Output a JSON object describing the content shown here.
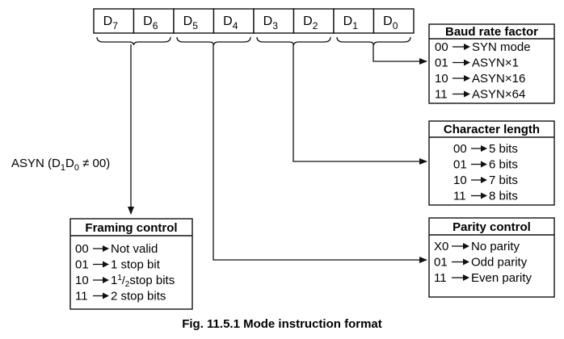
{
  "register": {
    "bits": [
      {
        "base": "D",
        "sub": "7"
      },
      {
        "base": "D",
        "sub": "6"
      },
      {
        "base": "D",
        "sub": "5"
      },
      {
        "base": "D",
        "sub": "4"
      },
      {
        "base": "D",
        "sub": "3"
      },
      {
        "base": "D",
        "sub": "2"
      },
      {
        "base": "D",
        "sub": "1"
      },
      {
        "base": "D",
        "sub": "0"
      }
    ]
  },
  "baud_rate": {
    "title": "Baud rate factor",
    "rows": [
      {
        "code": "00",
        "desc": "SYN mode"
      },
      {
        "code": "01",
        "desc": "ASYN×1"
      },
      {
        "code": "10",
        "desc": "ASYN×16"
      },
      {
        "code": "11",
        "desc": "ASYN×64"
      }
    ]
  },
  "char_length": {
    "title": "Character length",
    "rows": [
      {
        "code": "00",
        "desc": "5 bits"
      },
      {
        "code": "01",
        "desc": "6 bits"
      },
      {
        "code": "10",
        "desc": "7 bits"
      },
      {
        "code": "11",
        "desc": "8 bits"
      }
    ]
  },
  "parity": {
    "title": "Parity control",
    "rows": [
      {
        "code": "X0",
        "desc": "No parity"
      },
      {
        "code": "01",
        "desc": "Odd parity"
      },
      {
        "code": "11",
        "desc": "Even parity"
      }
    ]
  },
  "framing": {
    "title": "Framing control",
    "rows": [
      {
        "code": "00",
        "desc": "Not valid"
      },
      {
        "code": "01",
        "desc": "1 stop bit"
      },
      {
        "code": "10",
        "desc": "1½ stop bits",
        "frac": true,
        "pre": "1",
        "num": "1",
        "den": "2",
        "post": "stop bits"
      },
      {
        "code": "11",
        "desc": "2 stop bits"
      }
    ]
  },
  "condition": {
    "prefix": "ASYN (D",
    "sub1": "1",
    "mid": "D",
    "sub2": "0",
    "suffix": " ≠ 00)"
  },
  "caption": "Fig. 11.5.1 Mode instruction format"
}
